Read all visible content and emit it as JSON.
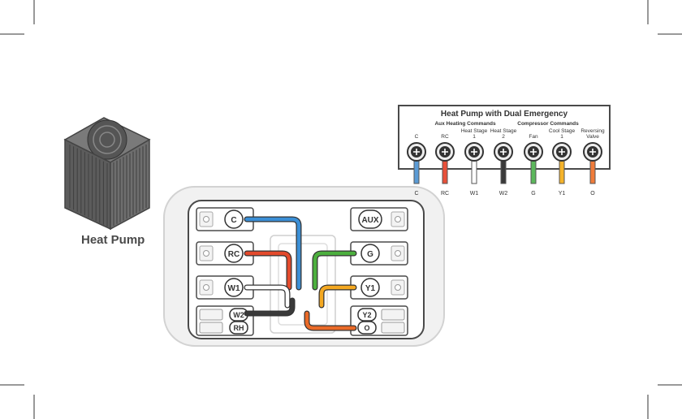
{
  "heat_pump": {
    "label": "Heat Pump"
  },
  "legend": {
    "title": "Heat Pump with Dual Emergency",
    "group_aux": "Aux Heating Commands",
    "group_compressor": "Compressor Commands",
    "terminals": [
      {
        "top": "C",
        "bottom": "C",
        "color": "#5b9bd5"
      },
      {
        "top": "RC",
        "bottom": "RC",
        "color": "#e8503a"
      },
      {
        "top": "Heat Stage 1",
        "bottom": "W1",
        "color": "#ffffff"
      },
      {
        "top": "Heat Stage 2",
        "bottom": "W2",
        "color": "#3a3a3a"
      },
      {
        "top": "Fan",
        "bottom": "G",
        "color": "#5cb85c"
      },
      {
        "top": "Cool Stage 1",
        "bottom": "Y1",
        "color": "#f5b32a"
      },
      {
        "top": "Reversing Valve",
        "bottom": "O",
        "color": "#f07c3a"
      }
    ]
  },
  "thermostat": {
    "left": [
      "C",
      "RC",
      "W1"
    ],
    "left_double": [
      "W2",
      "RH"
    ],
    "right": [
      "AUX",
      "G",
      "Y1"
    ],
    "right_double": [
      "Y2",
      "O"
    ]
  },
  "wire_colors": {
    "c": "#3b8fd6",
    "rc": "#e34a2c",
    "w1": "#ffffff",
    "w2": "#3a3a3a",
    "g": "#4caf3e",
    "y1": "#f4a821",
    "o": "#ea6a27"
  }
}
